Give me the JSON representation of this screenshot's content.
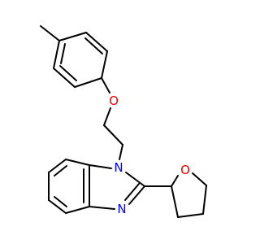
{
  "atoms": {
    "O1": "O",
    "N1": "N",
    "N3": "N",
    "O2": "O"
  },
  "colors": {
    "bond": "#000000",
    "oxygen": "#ff0000",
    "nitrogen": "#0000ff"
  }
}
